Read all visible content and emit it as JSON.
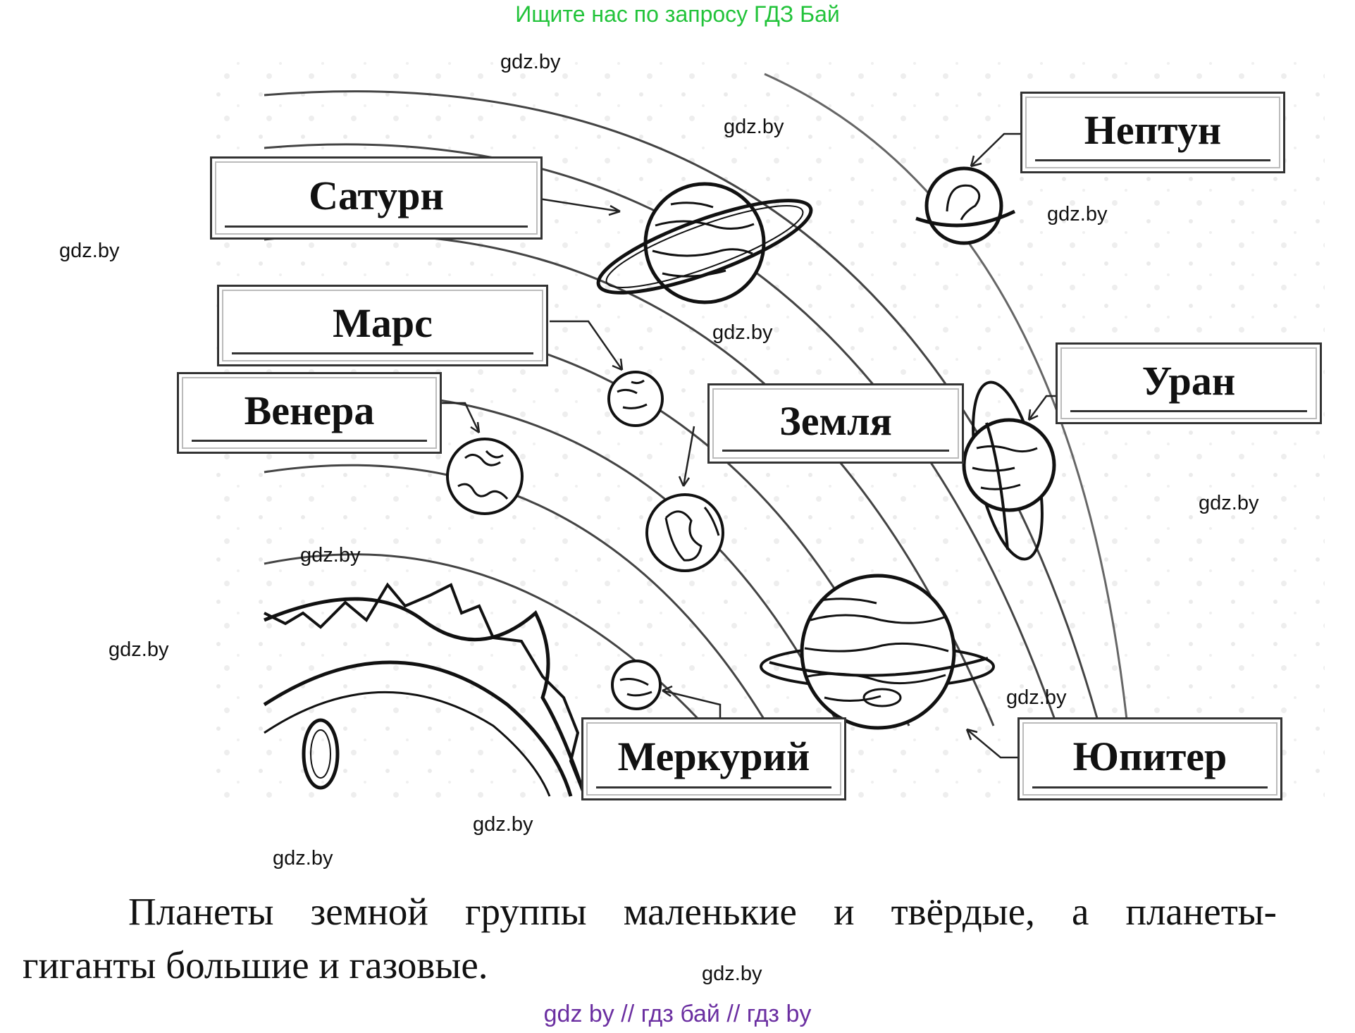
{
  "banner": "Ищите нас по запросу ГДЗ Бай",
  "watermark": "gdz.by",
  "labels": {
    "saturn": "Сатурн",
    "mars": "Марс",
    "venus": "Венера",
    "earth": "Земля",
    "neptune": "Нептун",
    "uranus": "Уран",
    "mercury": "Меркурий",
    "jupiter": "Юпитер"
  },
  "caption": {
    "line1": "Планеты земной группы маленькие и твёрдые, а планеты-",
    "line2": "гиганты большие и газовые."
  },
  "footer": "gdz by  //  гдз бай  //  гдз by",
  "colors": {
    "banner": "#22c33a",
    "footer": "#6b2fa1",
    "ink": "#111111"
  }
}
